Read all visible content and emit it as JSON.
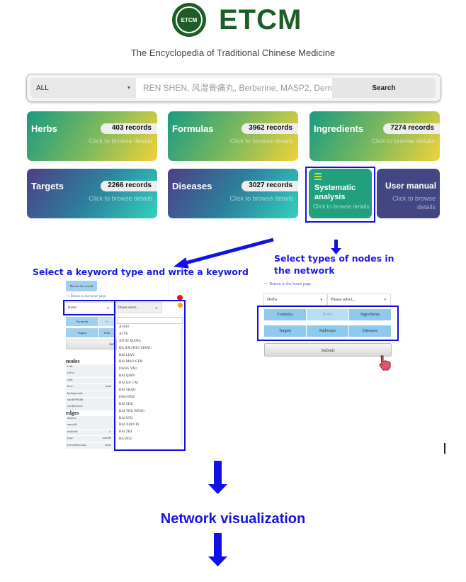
{
  "header": {
    "logo_text": "ETCM",
    "logo_badge": "ETCM",
    "subtitle": "The Encyclopedia of Traditional Chinese Medicine"
  },
  "search": {
    "category": "ALL",
    "placeholder": "REN SHEN, 风湿骨痛丸, Berberine, MASP2, Dementia",
    "button": "Search"
  },
  "cards": [
    {
      "title": "Herbs",
      "records": "403 records",
      "hint": "Click to browse details"
    },
    {
      "title": "Formulas",
      "records": "3962 records",
      "hint": "Click to browse details"
    },
    {
      "title": "Ingredients",
      "records": "7274 records",
      "hint": "Click to browse details"
    },
    {
      "title": "Targets",
      "records": "2266 records",
      "hint": "Click to browse details"
    },
    {
      "title": "Diseases",
      "records": "3027 records",
      "hint": "Click to browse details"
    }
  ],
  "systematic": {
    "title": "Systematic analysis",
    "hint": "Click to browse details"
  },
  "manual": {
    "title": "User manual",
    "hint": "Click to browse details"
  },
  "instructions": {
    "keyword": "Select a keyword type and write a keyword",
    "node_types": "Select types of nodes in the network",
    "network": "Network visualization"
  },
  "left_panel": {
    "restart": "Restart the wizard",
    "return_link": "<< Return to the home page",
    "type_select": "Herbs",
    "keyword_select": "Please select...",
    "tabs_row1": [
      "Formulas",
      "He"
    ],
    "tabs_row2": [
      "Targets",
      "Path"
    ],
    "submit": "Sub",
    "dropdown_items": [
      "A WEI",
      "AI YE",
      "AN XI XIANG",
      "BA JIAO HUI XIANG",
      "BAI LIAN",
      "BAI MAO GEN",
      "DANG YAO",
      "BAI QIAN",
      "BAI QU CAI",
      "BAI SHAO",
      "DAO DOU",
      "BAI ZHU",
      "BAI TOU WENG",
      "BAI WEI",
      "BAI XIAN PI",
      "BAI ZHI",
      "BA DOU"
    ],
    "nodes_heading": "nodes",
    "node_props": [
      {
        "label": "font:",
        "value": ""
      },
      {
        "label": "color:",
        "value": ""
      },
      {
        "label": "size:",
        "value": ""
      },
      {
        "label": "face:",
        "value": "arial"
      },
      {
        "label": "background:",
        "value": ""
      },
      {
        "label": "strokeWidth:",
        "value": ""
      },
      {
        "label": "strokeColor:",
        "value": ""
      }
    ],
    "edges_heading": "edges",
    "edge_props": [
      {
        "label": "dashes:",
        "value": ""
      },
      {
        "label": "smooth:",
        "value": ""
      },
      {
        "label": "enabled:",
        "value": "✓"
      },
      {
        "label": "type:",
        "value": "cubicB"
      },
      {
        "label": "forceDirection:",
        "value": "none"
      }
    ]
  },
  "right_panel": {
    "return_link": "<< Return to the home page",
    "type_select": "Herbs",
    "keyword_select": "Please select...",
    "node_types": [
      {
        "label": "Formulas",
        "selected": true
      },
      {
        "label": "Herbs",
        "selected": false
      },
      {
        "label": "Ingredients",
        "selected": true
      },
      {
        "label": "Targets",
        "selected": true
      },
      {
        "label": "Pathways",
        "selected": true
      },
      {
        "label": "Diseases",
        "selected": true
      }
    ],
    "submit": "Submit"
  },
  "colors": {
    "brand_green": "#1e5c28",
    "annotation_blue": "#1414e8",
    "systematic_card": "#22a07e",
    "manual_card": "#424683"
  }
}
